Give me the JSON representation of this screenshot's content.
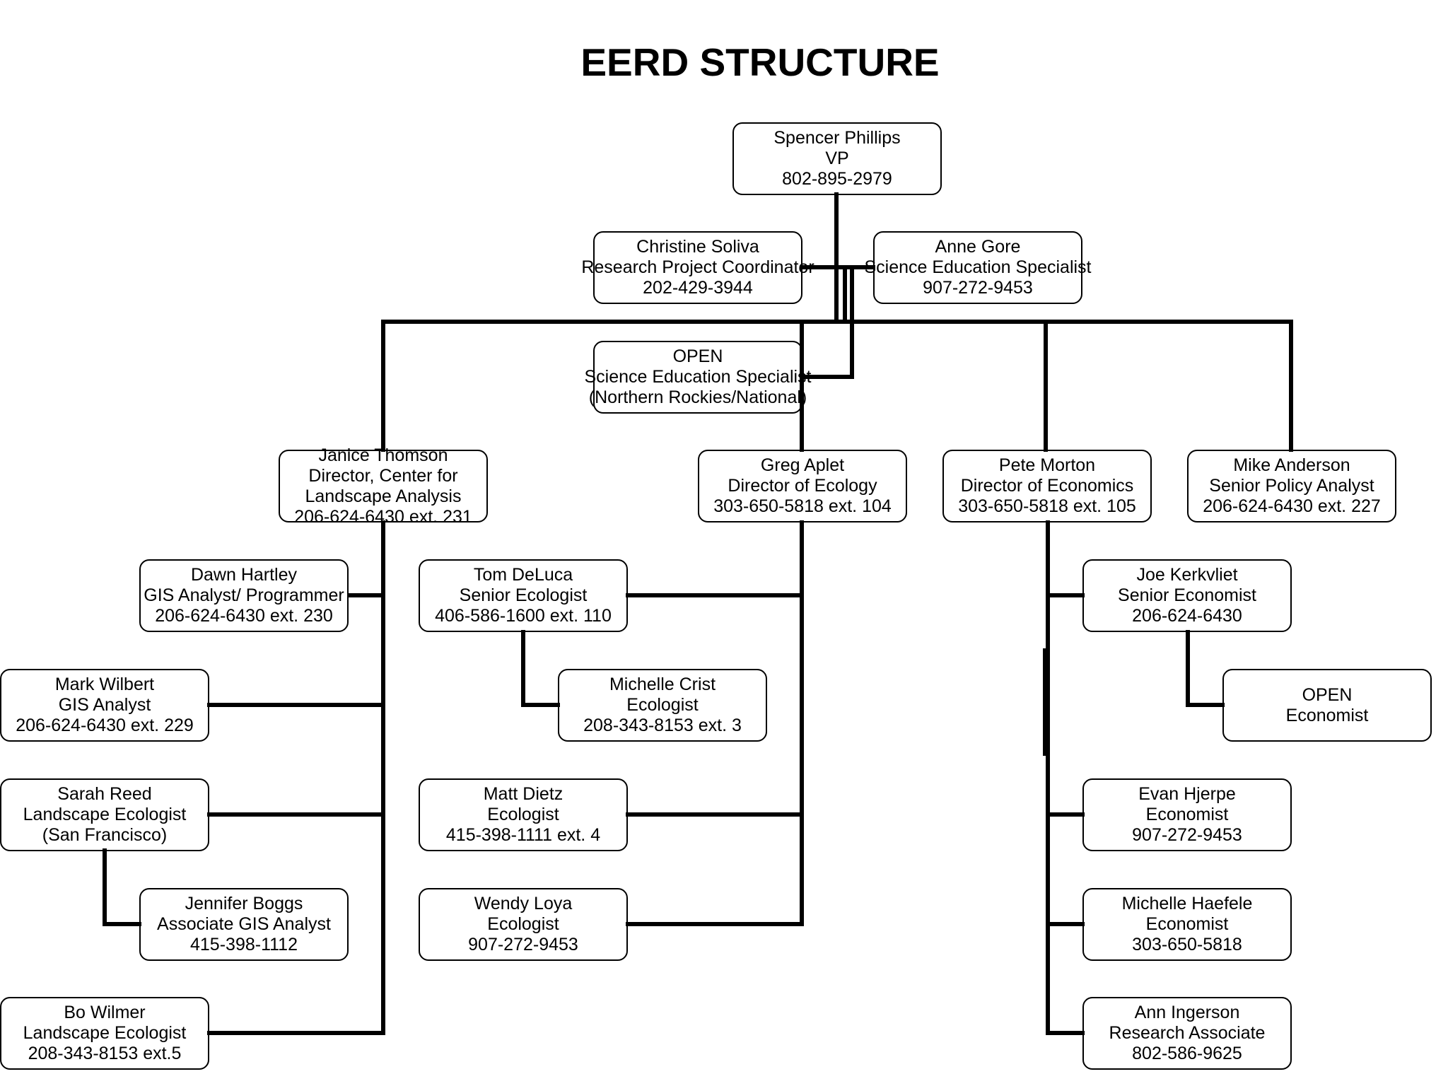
{
  "title": "EERD STRUCTURE",
  "nodes": [
    {
      "id": "spencer",
      "lines": [
        "Spencer Phillips",
        "VP",
        "802-895-2979"
      ]
    },
    {
      "id": "christine",
      "lines": [
        "Christine Soliva",
        "Research Project  Coordinator",
        "202-429-3944"
      ]
    },
    {
      "id": "anne",
      "lines": [
        "Anne Gore",
        "Science Education Specialist",
        "907-272-9453"
      ]
    },
    {
      "id": "open1",
      "lines": [
        "OPEN",
        "Science Education Specialist",
        "(Northern Rockies/National)"
      ]
    },
    {
      "id": "janice",
      "lines": [
        "Janice Thomson",
        "Director,  Center for",
        "Landscape Analysis",
        "206-624-6430 ext. 231"
      ]
    },
    {
      "id": "greg",
      "lines": [
        "Greg Aplet",
        "Director of Ecology",
        "303-650-5818 ext. 104"
      ]
    },
    {
      "id": "pete",
      "lines": [
        "Pete Morton",
        "Director of Economics",
        "303-650-5818 ext. 105"
      ]
    },
    {
      "id": "mike",
      "lines": [
        "Mike Anderson",
        "Senior Policy Analyst",
        "206-624-6430 ext. 227"
      ]
    },
    {
      "id": "dawn",
      "lines": [
        "Dawn Hartley",
        "GIS Analyst/ Programmer",
        "206-624-6430 ext. 230"
      ]
    },
    {
      "id": "tom",
      "lines": [
        "Tom DeLuca",
        "Senior Ecologist",
        "406-586-1600 ext. 110"
      ]
    },
    {
      "id": "joe",
      "lines": [
        "Joe Kerkvliet",
        "Senior Economist",
        "206-624-6430"
      ]
    },
    {
      "id": "mark",
      "lines": [
        "Mark Wilbert",
        "GIS Analyst",
        "206-624-6430 ext. 229"
      ]
    },
    {
      "id": "michellec",
      "lines": [
        "Michelle Crist",
        "Ecologist",
        "208-343-8153 ext. 3"
      ]
    },
    {
      "id": "open2",
      "lines": [
        "OPEN",
        "Economist"
      ]
    },
    {
      "id": "sarah",
      "lines": [
        "Sarah Reed",
        "Landscape Ecologist",
        "(San Francisco)"
      ]
    },
    {
      "id": "matt",
      "lines": [
        "Matt Dietz",
        "Ecologist",
        "415-398-1111 ext. 4"
      ]
    },
    {
      "id": "evan",
      "lines": [
        "Evan Hjerpe",
        "Economist",
        "907-272-9453"
      ]
    },
    {
      "id": "jennifer",
      "lines": [
        "Jennifer Boggs",
        "Associate GIS Analyst",
        "415-398-1112"
      ]
    },
    {
      "id": "wendy",
      "lines": [
        "Wendy Loya",
        "Ecologist",
        "907-272-9453"
      ]
    },
    {
      "id": "michelleh",
      "lines": [
        "Michelle Haefele",
        "Economist",
        "303-650-5818"
      ]
    },
    {
      "id": "bo",
      "lines": [
        "Bo Wilmer",
        "Landscape Ecologist",
        "208-343-8153 ext.5"
      ]
    },
    {
      "id": "ann",
      "lines": [
        "Ann Ingerson",
        "Research Associate",
        "802-586-9625"
      ]
    }
  ],
  "colors": {
    "line": "#000000",
    "text": "#000000",
    "background": "#ffffff"
  }
}
